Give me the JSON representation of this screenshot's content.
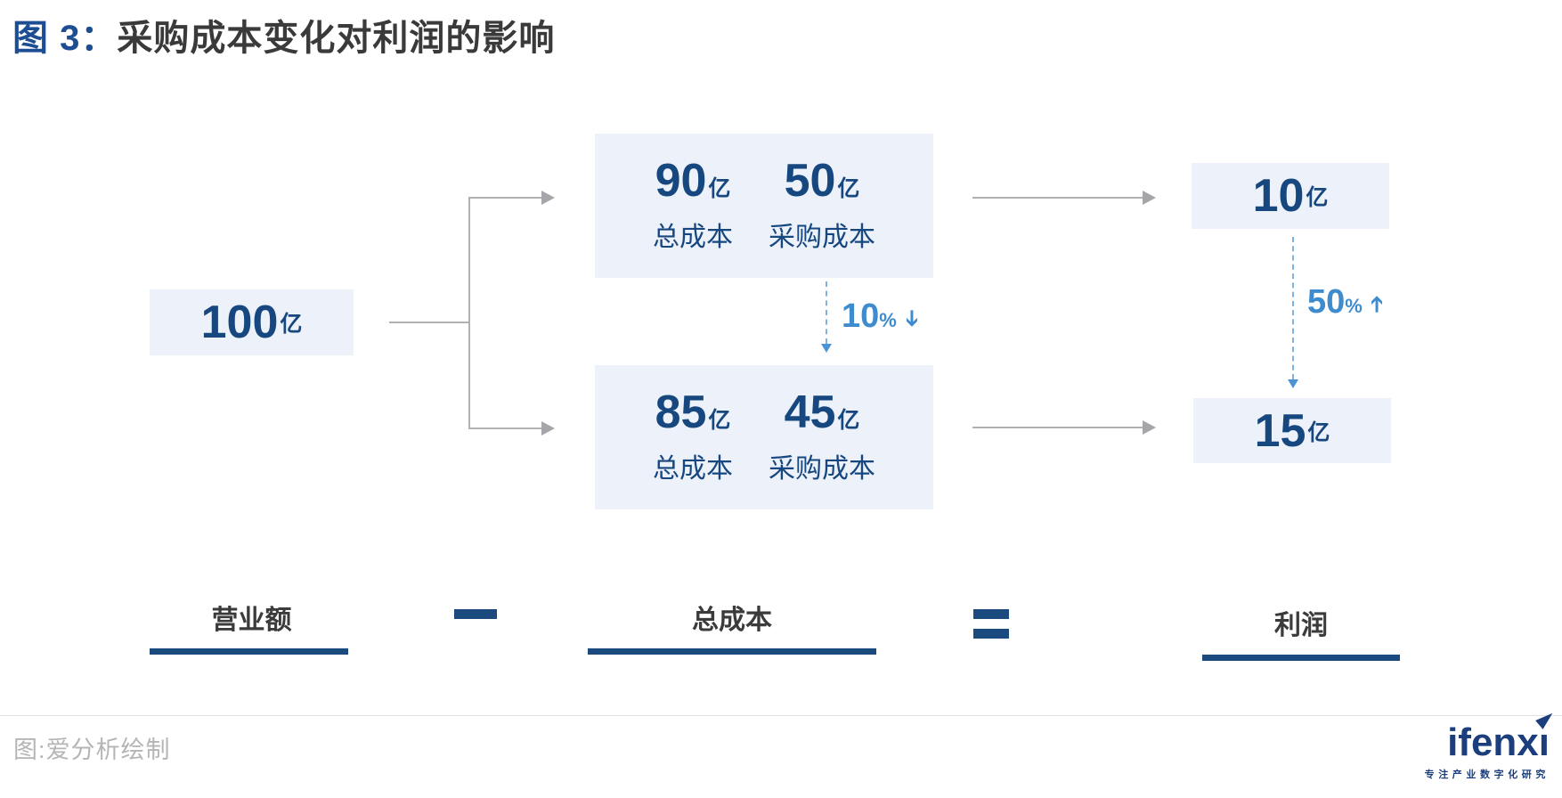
{
  "title": {
    "prefix": "图 3：",
    "text": "采购成本变化对利润的影响"
  },
  "diagram": {
    "revenue": {
      "value": "100",
      "unit": "亿"
    },
    "cost_before": {
      "total": {
        "value": "90",
        "unit": "亿",
        "label": "总成本"
      },
      "procurement": {
        "value": "50",
        "unit": "亿",
        "label": "采购成本"
      }
    },
    "cost_after": {
      "total": {
        "value": "85",
        "unit": "亿",
        "label": "总成本"
      },
      "procurement": {
        "value": "45",
        "unit": "亿",
        "label": "采购成本"
      }
    },
    "profit_before": {
      "value": "10",
      "unit": "亿"
    },
    "profit_after": {
      "value": "15",
      "unit": "亿"
    },
    "cost_change": {
      "value": "10",
      "unit": "%",
      "direction": "down"
    },
    "profit_change": {
      "value": "50",
      "unit": "%",
      "direction": "up"
    }
  },
  "equation": {
    "revenue_label": "营业额",
    "minus_symbol": "−",
    "cost_label": "总成本",
    "equals_symbol": "=",
    "profit_label": "利润"
  },
  "icons": {
    "heavy_arrow_glyph": "➔"
  },
  "footer": {
    "caption": "图:爱分析绘制",
    "brand": "ifenxi",
    "brand_main": "ifenx",
    "brand_last": "ı",
    "tagline": "专注产业数字化研究"
  },
  "colors": {
    "navy": "#17477f",
    "title_blue": "#1d4e94",
    "accent_blue": "#3e8ccd",
    "dashed_blue": "#7fb2e2",
    "box_bg": "#edf1f9",
    "underline_navy": "#1b4a7e",
    "gray_line": "#b1b1b4",
    "text_dark": "#3a3a3a",
    "caption_gray": "#b5b5b5"
  }
}
